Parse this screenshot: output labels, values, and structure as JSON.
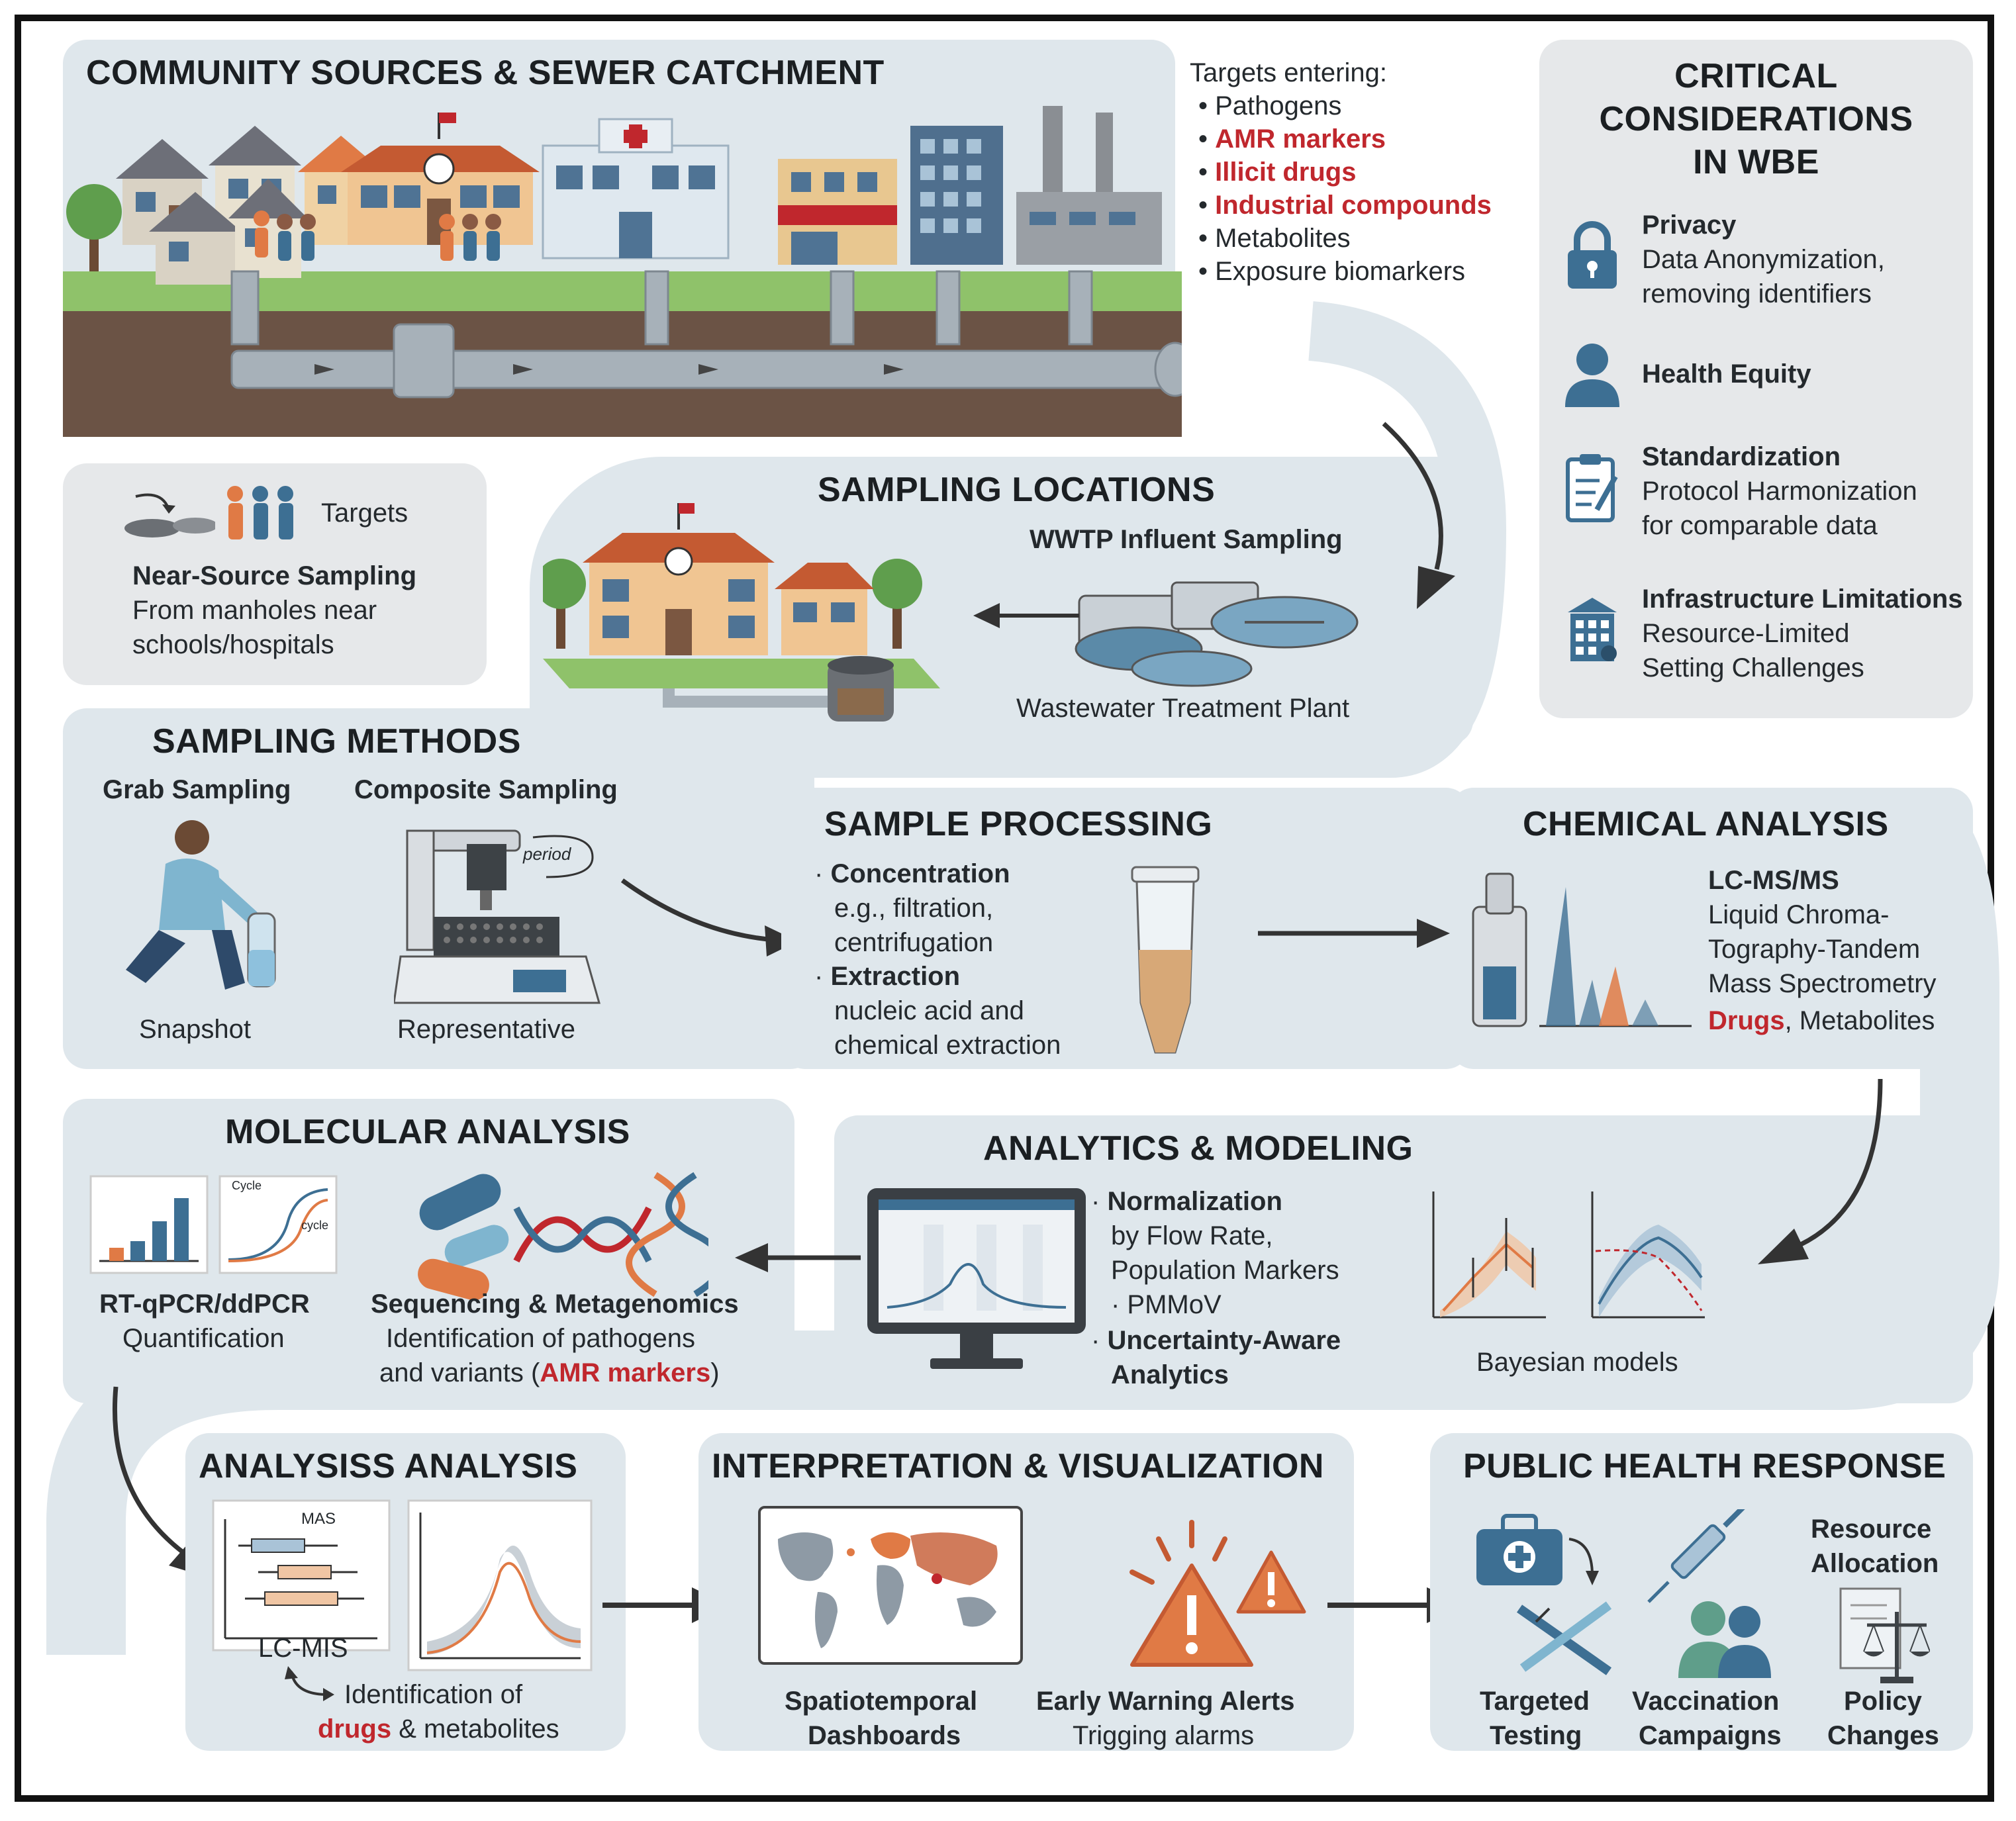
{
  "community": {
    "title": "COMMUNITY SOURCES & SEWER CATCHMENT",
    "targets_heading": "Targets entering:",
    "targets": [
      {
        "label": "Pathogens",
        "highlight": false
      },
      {
        "label": "AMR markers",
        "highlight": true
      },
      {
        "label": "Illicit drugs",
        "highlight": true
      },
      {
        "label": "Industrial compounds",
        "highlight": true
      },
      {
        "label": "Metabolites",
        "highlight": false
      },
      {
        "label": "Exposure biomarkers",
        "highlight": false
      }
    ]
  },
  "critical": {
    "title_1": "CRITICAL",
    "title_2": "CONSIDERATIONS",
    "title_3": "IN WBE",
    "items": [
      {
        "title": "Privacy",
        "line1": "Data Anonymization,",
        "line2": "removing identifiers",
        "icon": "lock-icon"
      },
      {
        "title": "Health Equity",
        "line1": "",
        "line2": "",
        "icon": "person-icon"
      },
      {
        "title": "Standardization",
        "line1": "Protocol Harmonization",
        "line2": "for comparable data",
        "icon": "clipboard-icon"
      },
      {
        "title": "Infrastructure Limitations",
        "line1": "Resource-Limited",
        "line2": "Setting Challenges",
        "icon": "building-icon"
      }
    ]
  },
  "near_source": {
    "targets": "Targets",
    "title": "Near-Source Sampling",
    "line1": "From manholes near",
    "line2": "schools/hospitals"
  },
  "sampling_locations": {
    "title": "SAMPLING LOCATIONS",
    "wwtp_title": "WWTP Influent Sampling",
    "wwtp_caption": "Wastewater Treatment Plant"
  },
  "sampling_methods": {
    "title": "SAMPLING METHODS",
    "grab": "Grab Sampling",
    "composite": "Composite Sampling",
    "snapshot": "Snapshot",
    "representative": "Representative",
    "period": "period"
  },
  "processing": {
    "title": "SAMPLE PROCESSING",
    "concentration": "Concentration",
    "conc_l1": "e.g., filtration,",
    "conc_l2": "centrifugation",
    "extraction": "Extraction",
    "ext_l1": "nucleic acid and",
    "ext_l2": "chemical extraction"
  },
  "chemical": {
    "title": "CHEMICAL ANALYSIS",
    "method": "LC-MS/MS",
    "l1": "Liquid Chroma-",
    "l2": "Tography-Tandem",
    "l3": "Mass Spectrometry",
    "drugs": "Drugs",
    "metabolites": ", Metabolites"
  },
  "molecular": {
    "title": "MOLECULAR ANALYSIS",
    "pcr": "RT-qPCR/ddPCR",
    "quant": "Quantification",
    "seq": "Sequencing & Metagenomics",
    "seq_l1": "Identification of pathogens",
    "seq_l2_a": "and variants (",
    "seq_l2_red": "AMR markers",
    "seq_l2_b": ")",
    "cycle_a": "Cycle",
    "cycle_b": "cycle"
  },
  "analytics": {
    "title": "ANALYTICS & MODELING",
    "normalization": "Normalization",
    "n_l1": "by Flow Rate,",
    "n_l2": "Population Markers",
    "n_l3": "· PMMoV",
    "uncert_l1": "Uncertainty-Aware",
    "uncert_l2": "Analytics",
    "bayes": "Bayesian models"
  },
  "analysis2": {
    "title": "ANALYSISS ANALYSIS",
    "mas": "MAS",
    "lcmis": "LC-MIS",
    "id_l1": "Identification of",
    "drugs": "drugs",
    "id_l2": " & metabolites"
  },
  "interpretation": {
    "title": "INTERPRETATION & VISUALIZATION",
    "dash_l1": "Spatiotemporal",
    "dash_l2": "Dashboards",
    "alert_title": "Early Warning Alerts",
    "alert_sub": "Trigging alarms"
  },
  "response": {
    "title": "PUBLIC HEALTH RESPONSE",
    "resource_l1": "Resource",
    "resource_l2": "Allocation",
    "testing_l1": "Targeted",
    "testing_l2": "Testing",
    "vacc_l1": "Vaccination",
    "vacc_l2": "Campaigns",
    "policy_l1": "Policy",
    "policy_l2": "Changes"
  },
  "colors": {
    "panel": "#dfe7ec",
    "accent_red": "#c0272d",
    "orange": "#e07a45",
    "blue": "#3d6f93"
  }
}
